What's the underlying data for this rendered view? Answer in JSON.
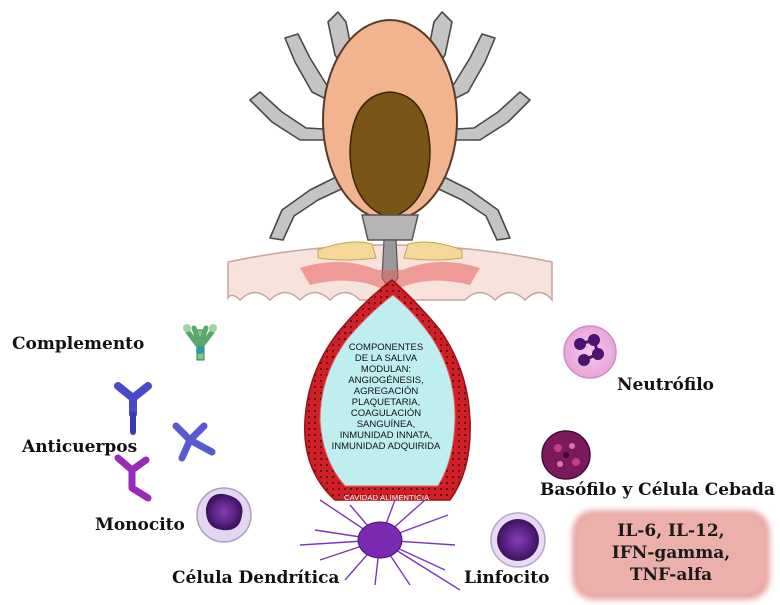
{
  "labels": {
    "complemento": "Complemento",
    "anticuerpos": "Anticuerpos",
    "monocito": "Monocito",
    "celula_dendritica": "Célula Dendrítica",
    "neutrofilo": "Neutrófilo",
    "basofilo": "Basófilo y Célula Cebada",
    "linfocito": "Linfocito"
  },
  "saliva_text": [
    "COMPONENTES",
    "DE LA SALIVA",
    "MODULAN:",
    "ANGIOGÉNESIS,",
    "AGREGACIÓN",
    "PLAQUETARIA,",
    "COAGULACIÓN",
    "SANGUÍNEA,",
    "INMUNIDAD INNATA,",
    "INMUNIDAD ADQUIRIDA"
  ],
  "cavity_label": "CAVIDAD ALIMENTICIA",
  "cytokines": [
    "IL-6, IL-12,",
    "IFN-gamma,",
    "TNF-alfa"
  ],
  "colors": {
    "tick_body": "#f2b48e",
    "tick_shield": "#7a5518",
    "legs": "#c4c4c4",
    "skin": "#f7e2dc",
    "blood": "#d2232a",
    "pool": "#bfeef0",
    "cytokine_box": "#e8a8a4",
    "cell_purple": "#6a2fa0"
  }
}
